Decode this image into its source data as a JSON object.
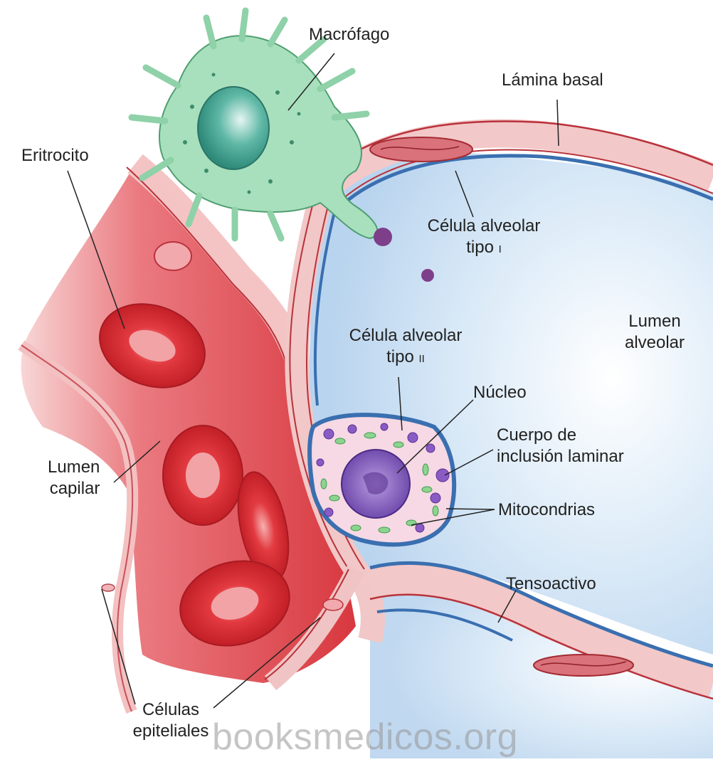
{
  "labels": {
    "macrofago": "Macrófago",
    "lamina_basal": "Lámina basal",
    "eritrocito": "Eritrocito",
    "alveolar_tipo1_line1": "Célula alveolar",
    "alveolar_tipo1_line2": "tipo",
    "alveolar_tipo1_numeral": "I",
    "lumen_alveolar_line1": "Lumen",
    "lumen_alveolar_line2": "alveolar",
    "alveolar_tipo2_line1": "Célula alveolar",
    "alveolar_tipo2_line2": "tipo",
    "alveolar_tipo2_numeral": "II",
    "nucleo": "Núcleo",
    "cuerpo_line1": "Cuerpo de",
    "cuerpo_line2": "inclusión laminar",
    "lumen_capilar_line1": "Lumen",
    "lumen_capilar_line2": "capilar",
    "mitocondrias": "Mitocondrias",
    "tensoactivo": "Tensoactivo",
    "celulas_line1": "Células",
    "celulas_line2": "epiteliales"
  },
  "watermark": "booksmedicos.org",
  "colors": {
    "capillary": "#e0545c",
    "capillary_light": "#f6c6c6",
    "alveolar_lumen": "#cfe3f5",
    "membrane_blue": "#3a6fb0",
    "basal_red": "#b8323a",
    "macrophage": "#9fd9b3",
    "nucleus_purple": "#7d56b8",
    "erythrocyte": "#d6262e"
  }
}
